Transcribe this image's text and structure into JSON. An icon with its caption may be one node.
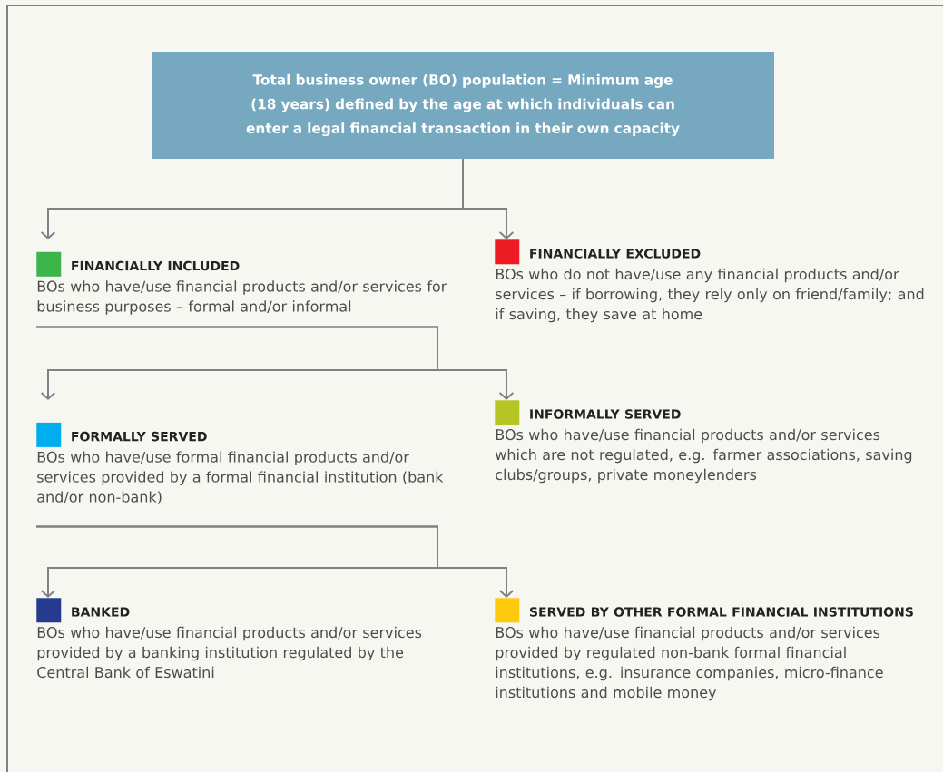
{
  "diagram": {
    "nodes": [
      {
        "text": [
          "Total business owner (BO) population = Minimum age (18 years) defined by the age at which individuals can enter a legal financial transaction in their own capacity"
        ]
      },
      {
        "text": [
          "FINANCIALLY INCLUDED",
          "BOs who have/use financial products and/or services for business purposes – formal and/or informal"
        ]
      },
      {
        "text": [
          "FINANCIALLY EXCLUDED",
          "BOs who do not have/use any financial products and/or services – if borrowing, they rely only on friend/family; and if saving, they save at home"
        ]
      },
      {
        "text": [
          "FORMALLY SERVED",
          "BOs who have/use formal financial products and/or services provided by a formal financial institution (bank and/or non-bank)"
        ]
      },
      {
        "text": [
          "INFORMALLY SERVED",
          "BOs who have/use financial products and/or services which are not regulated, e.g. farmer associations, saving clubs/groups, private moneylenders"
        ]
      },
      {
        "text": [
          "BANKED",
          "BOs who have/use financial products and/or services provided by a banking institution regulated by the Central Bank of Eswatini"
        ]
      },
      {
        "text": [
          "SERVED BY OTHER FORMAL FINANCIAL INSTITUTIONS",
          "BOs who have/use financial products and/or services provided by regulated non-bank formal financial institutions, e.g. insurance companies, micro-finance institutions and mobile money"
        ]
      }
    ],
    "edges": [
      {
        "from": 0,
        "to": 1,
        "arrow": "to"
      },
      {
        "from": 0,
        "to": 2,
        "arrow": "to"
      },
      {
        "from": 1,
        "to": 3,
        "arrow": "to"
      },
      {
        "from": 1,
        "to": 4,
        "arrow": "to"
      },
      {
        "from": 3,
        "to": 5,
        "arrow": "to"
      },
      {
        "from": 3,
        "to": 6,
        "arrow": "to"
      }
    ]
  }
}
